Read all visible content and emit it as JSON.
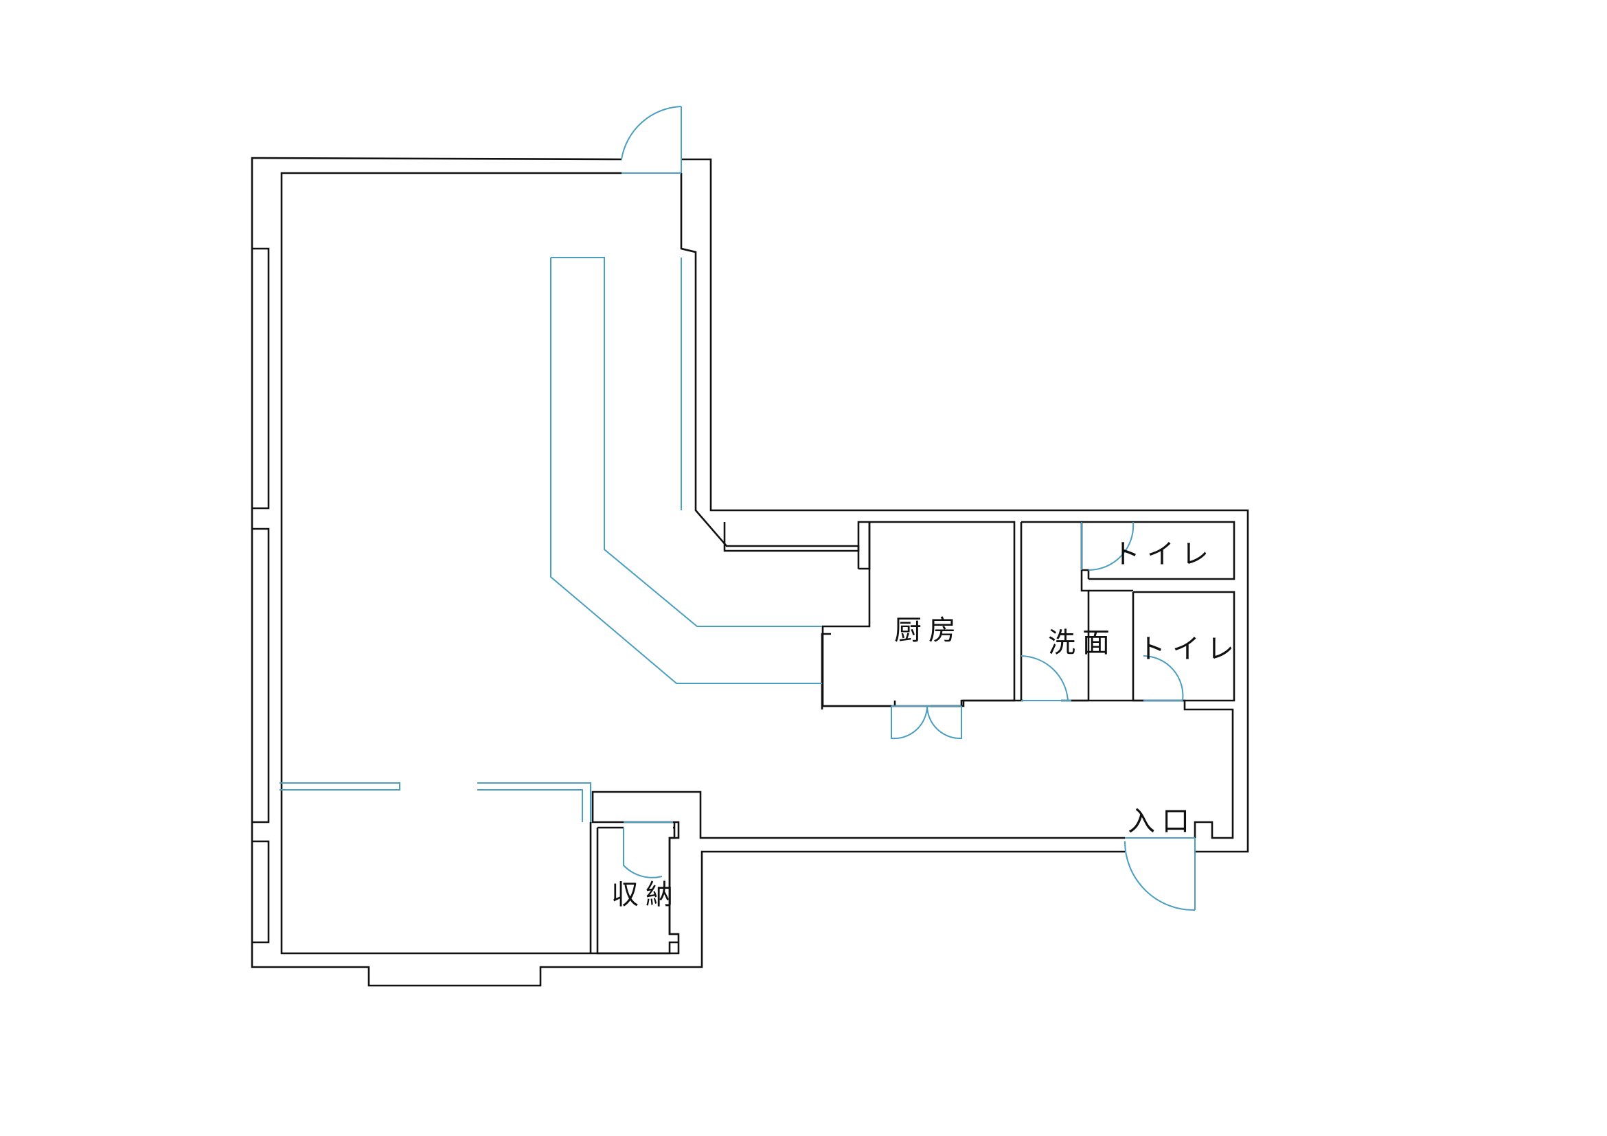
{
  "plan": {
    "rooms": [
      {
        "id": "kitchen",
        "label": "厨房"
      },
      {
        "id": "washroom",
        "label": "洗面"
      },
      {
        "id": "toilet-upper",
        "label": "トイレ"
      },
      {
        "id": "toilet-lower",
        "label": "トイレ"
      },
      {
        "id": "entrance",
        "label": "入口"
      },
      {
        "id": "storage",
        "label": "収納"
      }
    ],
    "colors": {
      "wall": "#111111",
      "fixture": "#4a9ec0",
      "background": "#ffffff"
    }
  }
}
